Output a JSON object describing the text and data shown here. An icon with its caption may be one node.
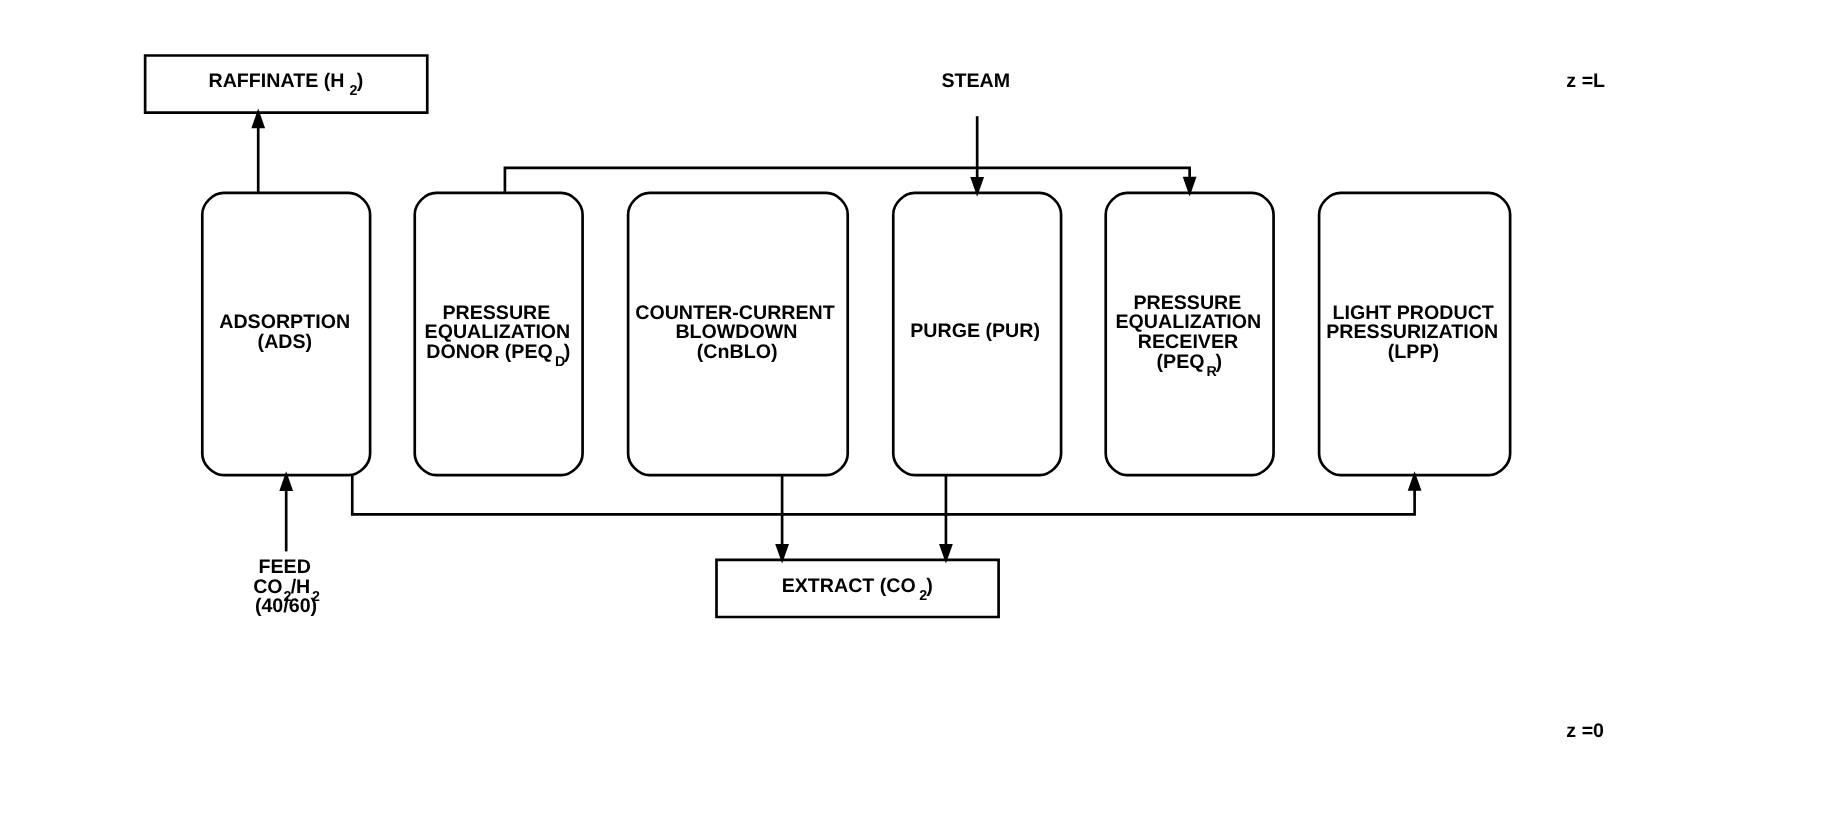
{
  "diagram": {
    "nodes": [
      {
        "text": [
          "RAFFINATE (H$_{2}$)"
        ]
      },
      {
        "text": [
          "STEAM"
        ]
      },
      {
        "text": [
          "ADSORPTION (ADS)"
        ]
      },
      {
        "text": [
          "PRESSURE EQUALIZATION DONOR (PEQ$_{D}$)"
        ]
      },
      {
        "text": [
          "COUNTER-CURRENT BLOWDOWN (CnBLO)"
        ]
      },
      {
        "text": [
          "PURGE (PUR)"
        ]
      },
      {
        "text": [
          "PRESSURE EQUALIZATION RECEIVER (PEQ$_{R}$)"
        ]
      },
      {
        "text": [
          "LIGHT PRODUCT PRESSURIZATION (LPP)"
        ]
      },
      {
        "text": [
          "EXTRACT (CO$_{2}$)"
        ]
      },
      {
        "text": [
          "FEED CO$_{2}$/H$_{2}$ (40/60)"
        ]
      }
    ],
    "edges": [
      {
        "from": 2,
        "to": 0,
        "arrow": "to"
      },
      {
        "from": 2,
        "to": 7,
        "arrow": "to"
      },
      {
        "from": 1,
        "to": 5,
        "arrow": "to"
      },
      {
        "from": 3,
        "to": 6,
        "arrow": "to"
      },
      {
        "from": 4,
        "to": 8,
        "arrow": "to"
      },
      {
        "from": 5,
        "to": 8,
        "arrow": "to"
      },
      {
        "from": 9,
        "to": 2,
        "arrow": "to"
      }
    ],
    "labels": [
      "z =L",
      "z =0"
    ]
  }
}
